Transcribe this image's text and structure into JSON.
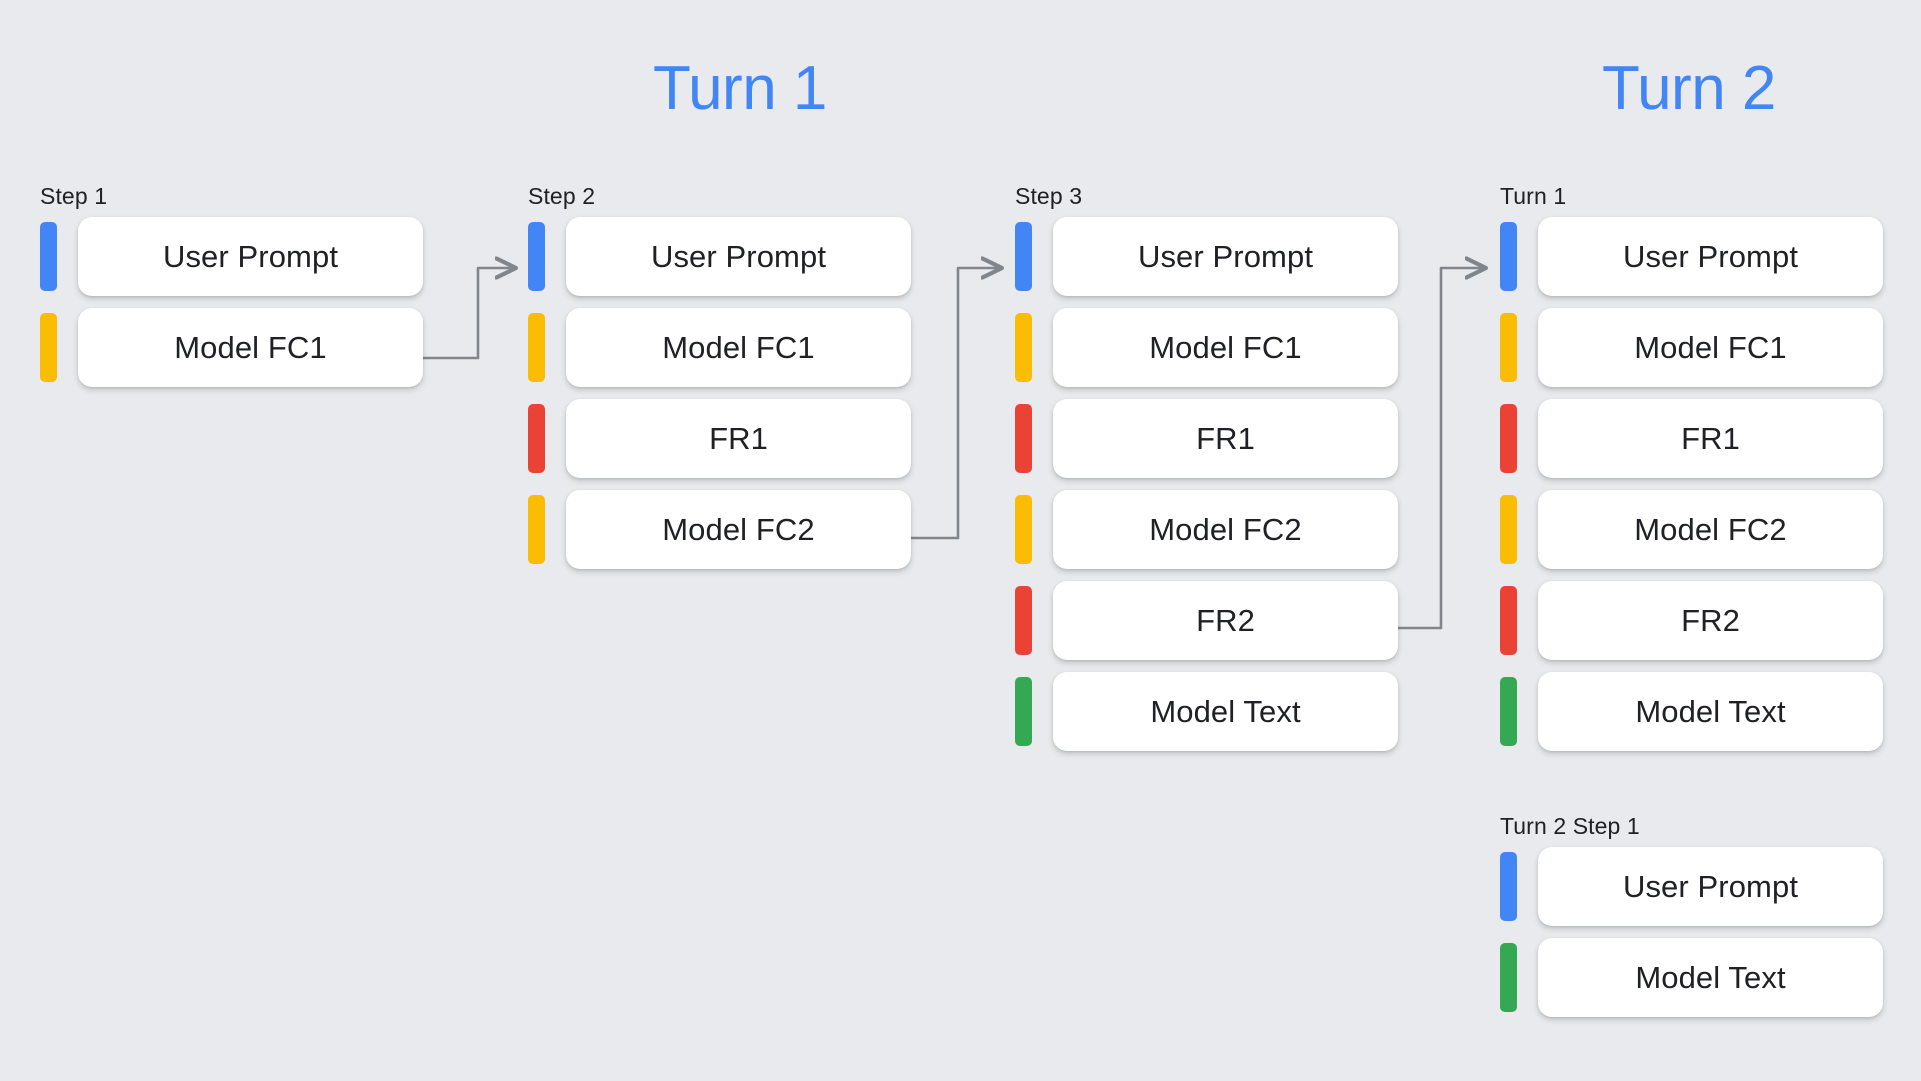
{
  "background_color": "#e8eaed",
  "headings": [
    {
      "label": "Turn 1",
      "color": "#4285f4"
    },
    {
      "label": "Turn 2",
      "color": "#4285f4"
    }
  ],
  "palette": {
    "user_prompt": "#4285f4",
    "model_fc": "#fbbc04",
    "function_response": "#ea4335",
    "model_text": "#34a853",
    "card_background": "#ffffff",
    "text": "#202124",
    "arrow": "#80868b"
  },
  "columns": [
    {
      "id": "step1",
      "label": "Step 1",
      "rows": [
        {
          "bar_color": "#4285f4",
          "label": "User Prompt",
          "kind": "user-prompt"
        },
        {
          "bar_color": "#fbbc04",
          "label": "Model FC1",
          "kind": "model-function-call"
        }
      ]
    },
    {
      "id": "step2",
      "label": "Step 2",
      "rows": [
        {
          "bar_color": "#4285f4",
          "label": "User Prompt",
          "kind": "user-prompt"
        },
        {
          "bar_color": "#fbbc04",
          "label": "Model FC1",
          "kind": "model-function-call"
        },
        {
          "bar_color": "#ea4335",
          "label": "FR1",
          "kind": "function-response"
        },
        {
          "bar_color": "#fbbc04",
          "label": "Model FC2",
          "kind": "model-function-call"
        }
      ]
    },
    {
      "id": "step3",
      "label": "Step 3",
      "rows": [
        {
          "bar_color": "#4285f4",
          "label": "User Prompt",
          "kind": "user-prompt"
        },
        {
          "bar_color": "#fbbc04",
          "label": "Model FC1",
          "kind": "model-function-call"
        },
        {
          "bar_color": "#ea4335",
          "label": "FR1",
          "kind": "function-response"
        },
        {
          "bar_color": "#fbbc04",
          "label": "Model FC2",
          "kind": "model-function-call"
        },
        {
          "bar_color": "#ea4335",
          "label": "FR2",
          "kind": "function-response"
        },
        {
          "bar_color": "#34a853",
          "label": "Model Text",
          "kind": "model-text"
        }
      ]
    },
    {
      "id": "turn1",
      "label": "Turn 1",
      "rows": [
        {
          "bar_color": "#4285f4",
          "label": "User Prompt",
          "kind": "user-prompt"
        },
        {
          "bar_color": "#fbbc04",
          "label": "Model FC1",
          "kind": "model-function-call"
        },
        {
          "bar_color": "#ea4335",
          "label": "FR1",
          "kind": "function-response"
        },
        {
          "bar_color": "#fbbc04",
          "label": "Model FC2",
          "kind": "model-function-call"
        },
        {
          "bar_color": "#ea4335",
          "label": "FR2",
          "kind": "function-response"
        },
        {
          "bar_color": "#34a853",
          "label": "Model Text",
          "kind": "model-text"
        }
      ]
    },
    {
      "id": "turn2step1",
      "label": "Turn 2 Step 1",
      "rows": [
        {
          "bar_color": "#4285f4",
          "label": "User Prompt",
          "kind": "user-prompt"
        },
        {
          "bar_color": "#34a853",
          "label": "Model Text",
          "kind": "model-text"
        }
      ]
    }
  ],
  "connectors": [
    {
      "from": "step1.Model FC1",
      "to": "step2.User Prompt"
    },
    {
      "from": "step2.Model FC2",
      "to": "step3.User Prompt"
    },
    {
      "from": "step3.FR2",
      "to": "turn1.User Prompt"
    }
  ]
}
